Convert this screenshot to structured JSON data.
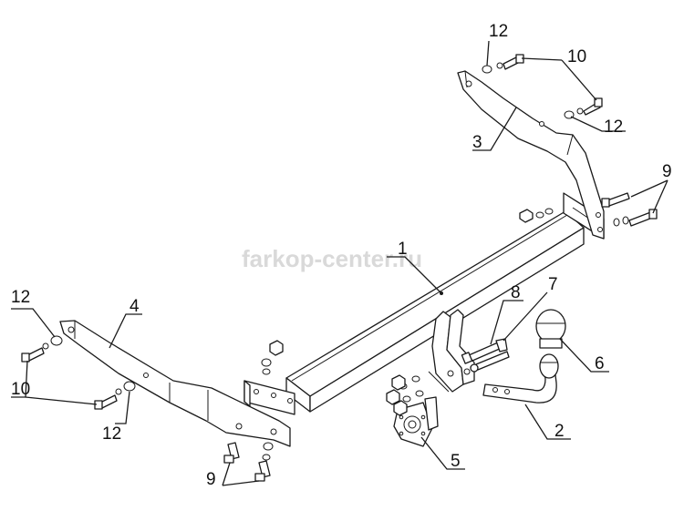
{
  "watermark": "farkop-center.ru",
  "callouts": {
    "c1": "1",
    "c2": "2",
    "c3": "3",
    "c4": "4",
    "c5": "5",
    "c6": "6",
    "c7": "7",
    "c8": "8",
    "c9_right": "9",
    "c9_left": "9",
    "c10_right": "10",
    "c10_left": "10",
    "c12_right_top": "12",
    "c12_right_bottom": "12",
    "c12_left_top": "12",
    "c12_left_bottom": "12"
  },
  "colors": {
    "line": "#1a1a1a",
    "background": "#ffffff",
    "watermark": "#c9c9c9"
  }
}
